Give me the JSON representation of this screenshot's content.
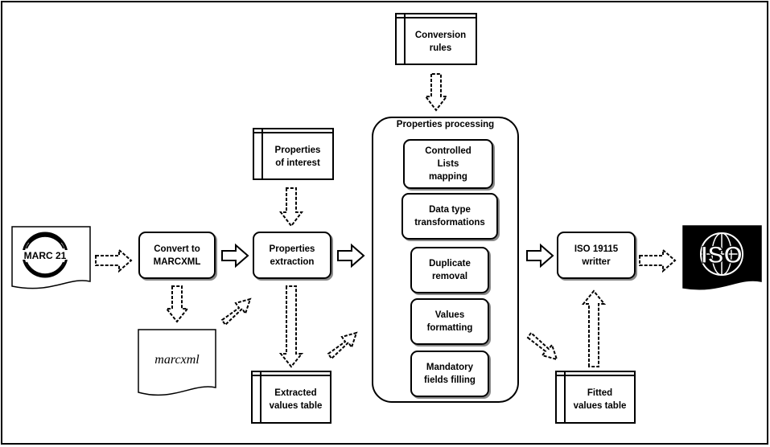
{
  "diagram": {
    "marc21_logo_text": "MARC 21",
    "marcxml_doc_text": "marcxml",
    "iso_logo_text": "ISO",
    "convert_to_marcxml": "Convert to\nMARCXML",
    "properties_extraction": "Properties\nextraction",
    "properties_of_interest": "Properties\nof interest",
    "extracted_values_table": "Extracted\nvalues table",
    "conversion_rules": "Conversion\nrules",
    "properties_processing": "Properties processing",
    "controlled_lists_mapping": "Controlled\nLists\nmapping",
    "data_type_transformations": "Data type\ntransformations",
    "duplicate_removal": "Duplicate\nremoval",
    "values_formatting": "Values\nformatting",
    "mandatory_fields_filling": "Mandatory\nfields filling",
    "iso_19115_writter": "ISO 19115\nwritter",
    "fitted_values_table": "Fitted\nvalues table"
  }
}
